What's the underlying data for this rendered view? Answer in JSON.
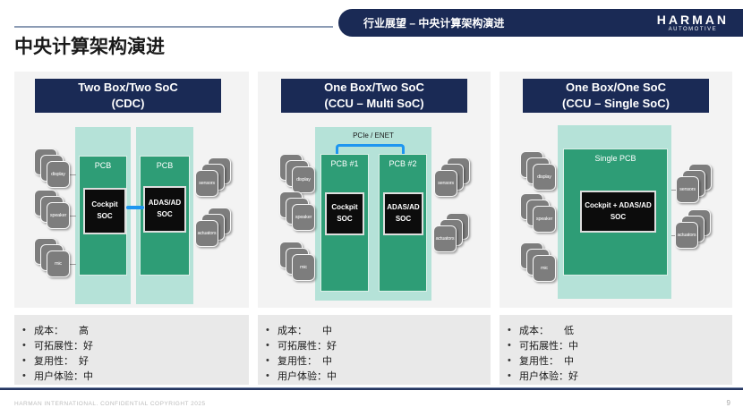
{
  "top_bar": {
    "section_title": "行业展望 – 中央计算架构演进",
    "brand_name": "HARMAN",
    "brand_division": "AUTOMOTIVE"
  },
  "page_title": "中央计算架构演进",
  "bullet_glyph": "•",
  "panels": [
    {
      "title_line1": "Two Box/Two SoC",
      "title_line2": "(CDC)",
      "diagram": {
        "type": "two-box-two-soc",
        "pcb1_label": "PCB",
        "pcb2_label": "PCB",
        "soc1_label": "Cockpit\nSOC",
        "soc2_label": "ADAS/AD\nSOC",
        "devices_left": [
          "display",
          "speaker",
          "mic"
        ],
        "devices_right": [
          "sensors",
          "actuators"
        ]
      },
      "metrics": [
        {
          "label": "成本：",
          "value": "高"
        },
        {
          "label": "可拓展性：",
          "value": "好"
        },
        {
          "label": "复用性：",
          "value": "好"
        },
        {
          "label": "用户体验：",
          "value": "中"
        }
      ]
    },
    {
      "title_line1": "One Box/Two SoC",
      "title_line2": "(CCU – Multi SoC)",
      "diagram": {
        "type": "one-box-two-soc",
        "bus_label": "PCIe / ENET",
        "pcb1_label": "PCB #1",
        "pcb2_label": "PCB #2",
        "soc1_label": "Cockpit\nSOC",
        "soc2_label": "ADAS/AD\nSOC",
        "devices_left": [
          "display",
          "speaker",
          "mic"
        ],
        "devices_right": [
          "sensors",
          "actuators"
        ]
      },
      "metrics": [
        {
          "label": "成本：",
          "value": "中"
        },
        {
          "label": "可拓展性：",
          "value": "好"
        },
        {
          "label": "复用性：",
          "value": "中"
        },
        {
          "label": "用户体验：",
          "value": "中"
        }
      ]
    },
    {
      "title_line1": "One Box/One SoC",
      "title_line2": "(CCU – Single SoC)",
      "diagram": {
        "type": "one-box-one-soc",
        "pcb_label": "Single PCB",
        "soc_label": "Cockpit + ADAS/AD\nSOC",
        "devices_left": [
          "display",
          "speaker",
          "mic"
        ],
        "devices_right": [
          "sensors",
          "actuators"
        ]
      },
      "metrics": [
        {
          "label": "成本：",
          "value": "低"
        },
        {
          "label": "可拓展性：",
          "value": "中"
        },
        {
          "label": "复用性：",
          "value": "中"
        },
        {
          "label": "用户体验：",
          "value": "好"
        }
      ]
    }
  ],
  "footer": {
    "confidential": "HARMAN INTERNATIONAL. CONFIDENTIAL COPYRIGHT 2025",
    "page_number": "9"
  },
  "colors": {
    "navy": "#1a2a55",
    "pcb_green": "#2e9d76",
    "enclosure_teal": "#b5e2d8",
    "accent_blue": "#1e96f0",
    "device_gray": "#7d7d7d",
    "panel_bg": "#f3f3f3",
    "metrics_bg": "#e9e9e9"
  }
}
